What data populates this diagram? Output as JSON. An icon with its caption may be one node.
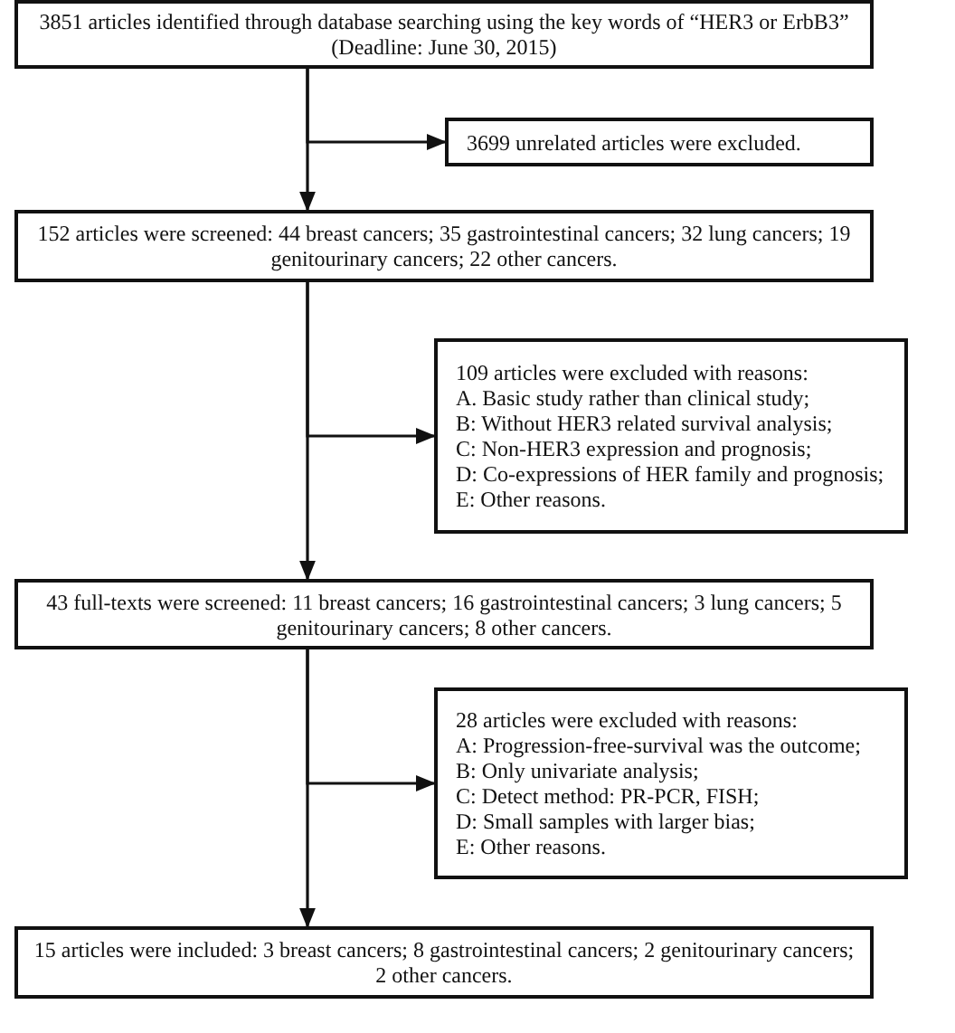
{
  "diagram": {
    "nodes": [
      {
        "text": [
          "3851 articles identified through database searching using the key words of “HER3 or ErbB3” (Deadline: June 30, 2015)"
        ]
      },
      {
        "text": [
          "3699 unrelated articles were excluded."
        ]
      },
      {
        "text": [
          "152 articles were screened: 44 breast cancers; 35 gastrointestinal cancers; 32 lung cancers; 19 genitourinary cancers; 22 other cancers."
        ]
      },
      {
        "text": [
          "109 articles were excluded with reasons:",
          "A. Basic study rather than clinical study;",
          "B: Without HER3 related survival analysis;",
          "C: Non-HER3 expression and prognosis;",
          "D: Co-expressions of HER family and prognosis;",
          "E: Other reasons."
        ]
      },
      {
        "text": [
          "43 full-texts were screened: 11 breast cancers; 16 gastrointestinal cancers; 3 lung cancers; 5 genitourinary cancers; 8 other cancers."
        ]
      },
      {
        "text": [
          "28 articles were excluded with reasons:",
          "A: Progression-free-survival was the outcome;",
          "B: Only univariate analysis;",
          "C: Detect method: PR-PCR, FISH;",
          "D: Small samples with larger bias;",
          "E: Other reasons."
        ]
      },
      {
        "text": [
          "15 articles were included: 3 breast cancers; 8 gastrointestinal cancers; 2 genitourinary cancers; 2 other cancers."
        ]
      }
    ],
    "edges": [
      {
        "from": 0,
        "to": 1,
        "arrow": "to"
      },
      {
        "from": 0,
        "to": 2,
        "arrow": "to"
      },
      {
        "from": 2,
        "to": 3,
        "arrow": "to"
      },
      {
        "from": 2,
        "to": 4,
        "arrow": "to"
      },
      {
        "from": 4,
        "to": 5,
        "arrow": "to"
      },
      {
        "from": 4,
        "to": 6,
        "arrow": "to"
      }
    ]
  }
}
